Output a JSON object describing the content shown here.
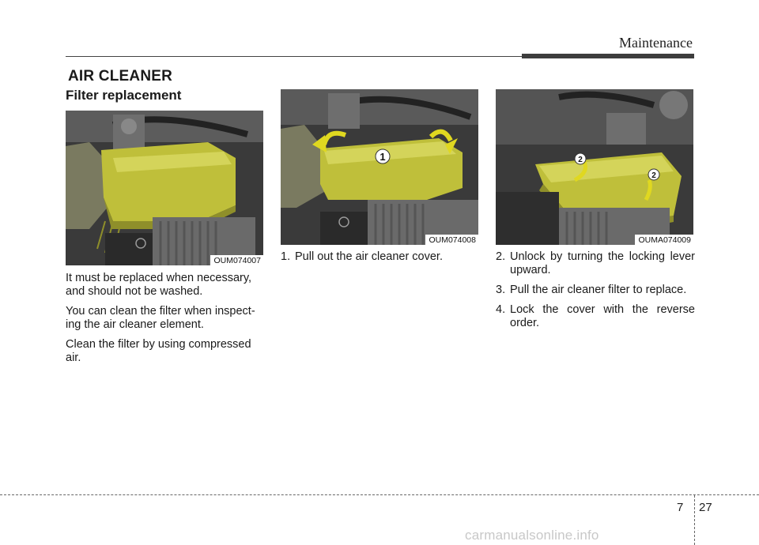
{
  "header": {
    "chapter_title": "Maintenance"
  },
  "section": {
    "title": "AIR CLEANER",
    "subtitle": "Filter replacement"
  },
  "photos": [
    {
      "code": "OUM074007"
    },
    {
      "code": "OUM074008",
      "callouts": [
        "1"
      ]
    },
    {
      "code": "OUMA074009",
      "callouts": [
        "2",
        "2"
      ]
    }
  ],
  "column1": {
    "paragraphs": [
      "It must be replaced when necessary, and should not be washed.",
      "You can clean the filter when inspect-ing the air cleaner element.",
      "Clean the filter by using compressed air."
    ]
  },
  "column2": {
    "steps": [
      {
        "num": "1.",
        "text": "Pull out the air cleaner cover."
      }
    ]
  },
  "column3": {
    "steps": [
      {
        "num": "2.",
        "text": "Unlock by turning the locking lever upward."
      },
      {
        "num": "3.",
        "text": "Pull the air cleaner filter to replace."
      },
      {
        "num": "4.",
        "text": "Lock the cover with the reverse order."
      }
    ]
  },
  "footer": {
    "chapter": "7",
    "page": "27",
    "watermark": "carmanualsonline.info"
  },
  "colors": {
    "cover_yellow": "#bfbf3a",
    "rule": "#3d3d3d"
  }
}
